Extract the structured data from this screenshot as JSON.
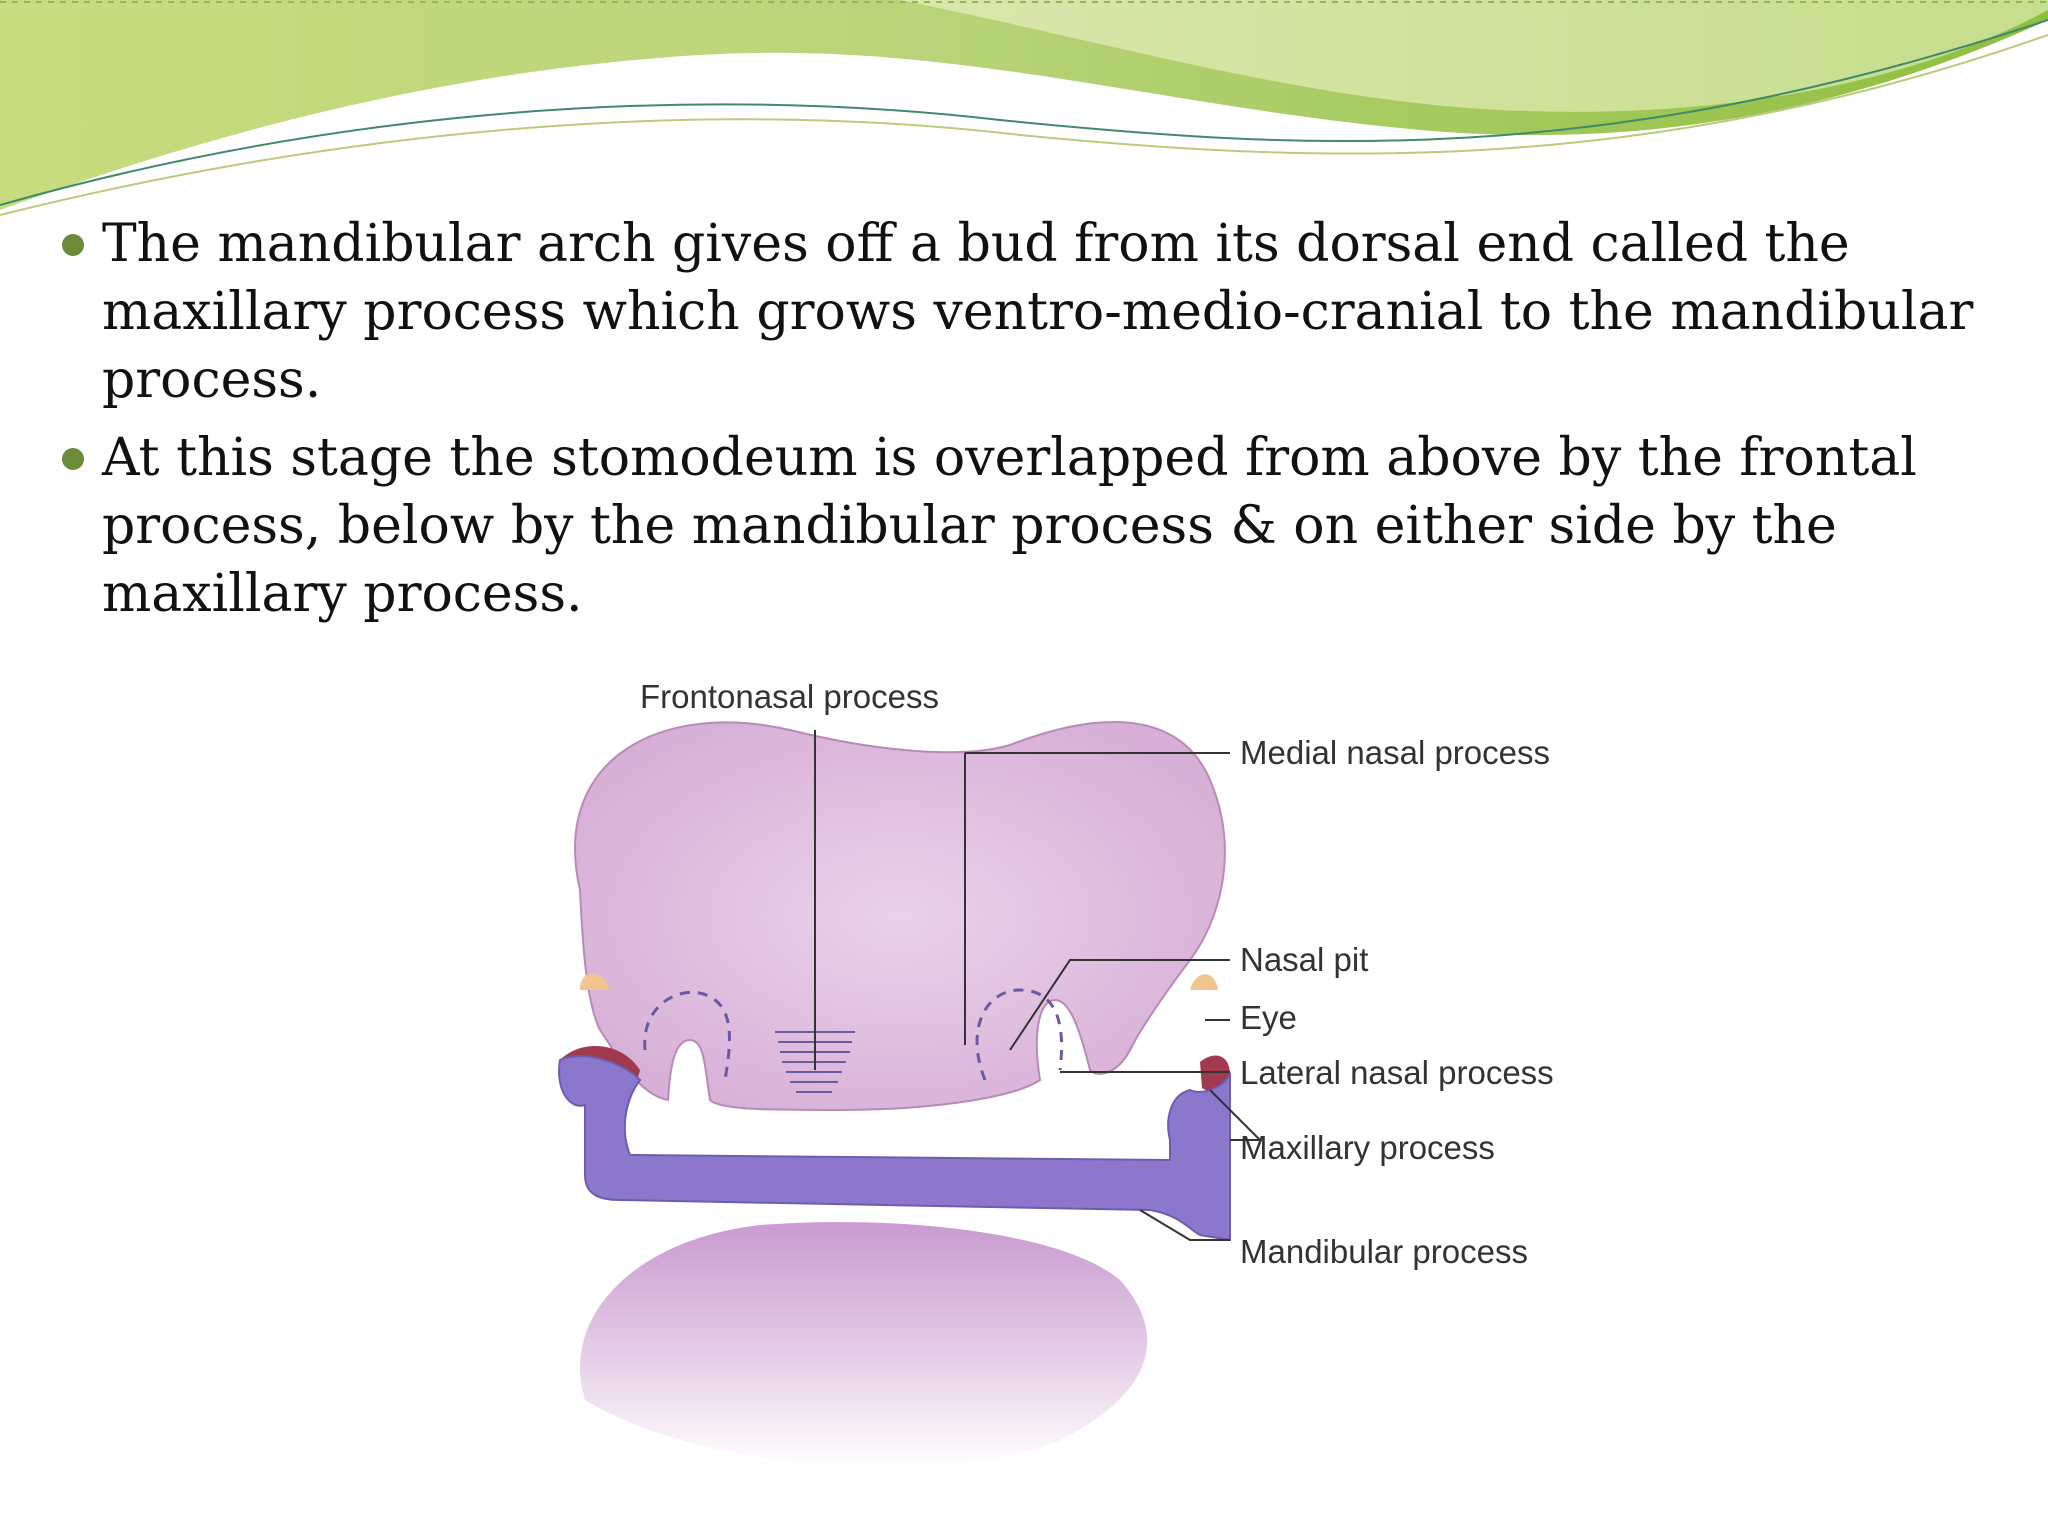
{
  "slide": {
    "bullets": [
      "The mandibular arch gives off a bud from its dorsal end called the maxillary process which grows ventro-medio-cranial to the mandibular process.",
      "At this stage the stomodeum is overlapped from above by the frontal process, below by the mandibular process & on either side by the maxillary process."
    ]
  },
  "figure": {
    "labels": {
      "frontonasal": "Frontonasal process",
      "medial_nasal": "Medial nasal process",
      "nasal_pit": "Nasal pit",
      "eye": "Eye",
      "lateral_nasal": "Lateral nasal process",
      "maxillary": "Maxillary process",
      "mandibular": "Mandibular process"
    }
  },
  "colors": {
    "header_green_dark": "#7fae35",
    "header_green_light": "#c9df8a",
    "bullet": "#6b8a3a",
    "frontonasal_fill": "#d7aed6",
    "mandibular_fill": "#8b78cc",
    "maxillary_fill": "#a23a4f",
    "eye_fill": "#f2c58f"
  }
}
